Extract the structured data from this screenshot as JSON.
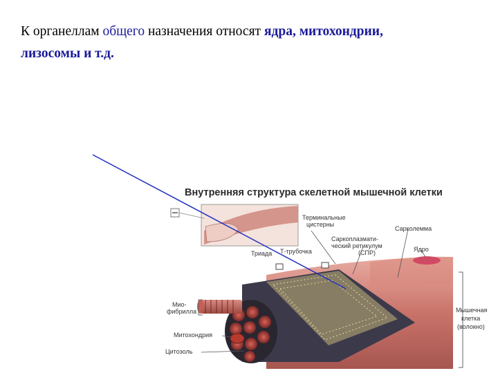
{
  "slide": {
    "part1": "К органеллам ",
    "highlight1": "общего",
    "part2": " назначения относят ",
    "highlight2": "ядра, митохондрии,",
    "highlight3": "лизосомы и т.д."
  },
  "figure": {
    "title": "Внутренняя структура скелетной мышечной клетки",
    "labels": {
      "terminal_1": "Терминальные",
      "terminal_2": "цистерны",
      "sarcolemma": "Сарколемма",
      "spr_1": "Саркоплазмати-",
      "spr_2": "ческий ретикулум",
      "spr_3": "(СПР)",
      "nucleus": "Ядро",
      "triad": "Триада",
      "t_tubule": "Т-трубочка",
      "myofibril_1": "Мио-",
      "myofibril_2": "фибрилла",
      "mitochondria": "Митохондрия",
      "cytosol": "Цитозоль",
      "cell_1": "Мышечная",
      "cell_2": "клетка",
      "cell_3": "(волокно)"
    }
  },
  "colors": {
    "text": "#000000",
    "highlight": "#1a1a9a",
    "pointer_line": "#1f2fbf",
    "muscle": "#c9736a"
  }
}
